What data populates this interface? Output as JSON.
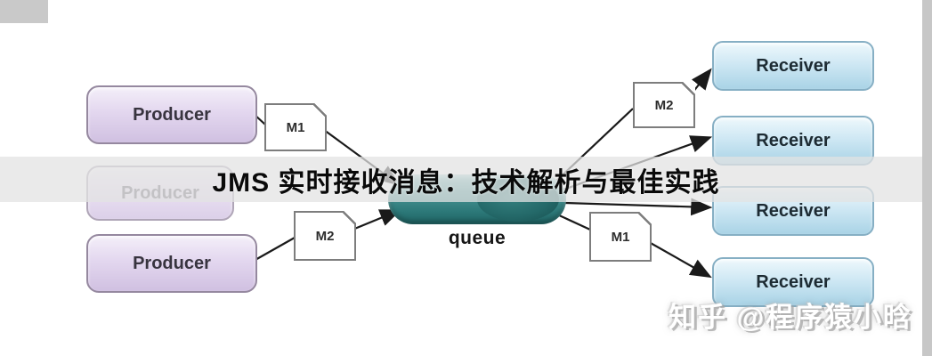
{
  "title": {
    "text": "JMS 实时接收消息：技术解析与最佳实践"
  },
  "watermark": {
    "text": "知乎 @程序猿小晗"
  },
  "diagram": {
    "producers": [
      {
        "label": "Producer"
      },
      {
        "label": "Producer"
      },
      {
        "label": "Producer"
      }
    ],
    "receivers": [
      {
        "label": "Receiver"
      },
      {
        "label": "Receiver"
      },
      {
        "label": "Receiver"
      },
      {
        "label": "Receiver"
      }
    ],
    "messages": [
      {
        "id": "m1-left",
        "label": "M1"
      },
      {
        "id": "m2-left",
        "label": "M2"
      },
      {
        "id": "m2-right",
        "label": "M2"
      },
      {
        "id": "m1-right",
        "label": "M1"
      }
    ],
    "queue": {
      "label": "queue"
    },
    "colors": {
      "producer_fill": "#d9cbe7",
      "producer_border": "#95889f",
      "receiver_fill": "#b8dcee",
      "receiver_border": "#86afc4",
      "queue_fill": "#3f8e8e",
      "queue_dark": "#1f6565",
      "message_fill": "#ffffff",
      "message_border": "#7d7d7d",
      "arrow": "#1a1a1a",
      "banner_bg": "#e2e2e2"
    }
  }
}
